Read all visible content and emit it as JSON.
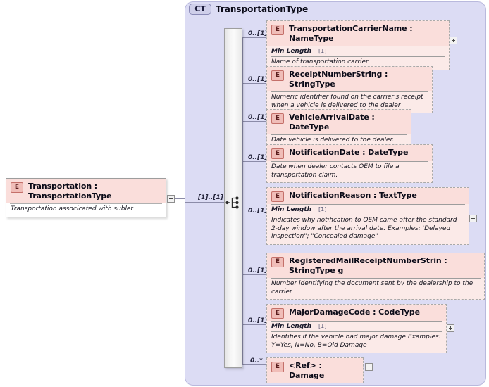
{
  "diagram": {
    "kind": "xsd-schema-diagram",
    "root_element": {
      "badge": "E",
      "title": "Transportation : TransportationType",
      "documentation": "Transportation associcated with sublet",
      "expander": "minus-expander"
    },
    "connector_cardinality": "[1]..[1]",
    "complex_type": {
      "badge": "CT",
      "title": "TransportationType",
      "compositor": "sequence"
    },
    "children": [
      {
        "badge": "E",
        "cardinality": "0..[1]",
        "title": "TransportationCarrierName : NameType",
        "facet_name": "Min Length",
        "facet_value": "[1]",
        "documentation": "Name of transportation carrier",
        "expander": "plus-expander"
      },
      {
        "badge": "E",
        "cardinality": "0..[1]",
        "title": "ReceiptNumberString : StringType",
        "facet_name": "",
        "facet_value": "",
        "documentation": "Numeric identifier found on the carrier's receipt when a vehicle is delivered to the dealer",
        "expander": ""
      },
      {
        "badge": "E",
        "cardinality": "0..[1]",
        "title": "VehicleArrivalDate : DateType",
        "facet_name": "",
        "facet_value": "",
        "documentation": "Date vehicle is delivered to the dealer.",
        "expander": ""
      },
      {
        "badge": "E",
        "cardinality": "0..[1]",
        "title": "NotificationDate : DateType",
        "facet_name": "",
        "facet_value": "",
        "documentation": "Date when dealer contacts OEM to file a transportation claim.",
        "expander": ""
      },
      {
        "badge": "E",
        "cardinality": "0..[1]",
        "title": "NotificationReason : TextType",
        "facet_name": "Min Length",
        "facet_value": "[1]",
        "documentation": "Indicates why notification to OEM came after the standard 2-day window after the arrival date. Examples: 'Delayed inspection\"; \"Concealed damage\"",
        "expander": "plus-expander"
      },
      {
        "badge": "E",
        "cardinality": "0..[1]",
        "title": "RegisteredMailReceiptNumberStrin : StringType g",
        "facet_name": "",
        "facet_value": "",
        "documentation": "Number identifying the document sent by the dealership to the carrier",
        "expander": ""
      },
      {
        "badge": "E",
        "cardinality": "0..[1]",
        "title": "MajorDamageCode : CodeType",
        "facet_name": "Min Length",
        "facet_value": "[1]",
        "documentation": "Identifies if the vehicle had major damage Examples: Y=Yes, N=No, B=Old Damage",
        "expander": "plus-expander"
      },
      {
        "badge": "E",
        "cardinality": "0..*",
        "title": "<Ref>      : Damage",
        "facet_name": "",
        "facet_value": "",
        "documentation": "",
        "expander": "plus-expander"
      }
    ]
  },
  "colors": {
    "panel_bg": "#dcdcf4",
    "element_bg": "#fbeae8",
    "element_head_bg": "#fadedb",
    "badge_border": "#c4706a",
    "line": "#8b8ba8"
  }
}
